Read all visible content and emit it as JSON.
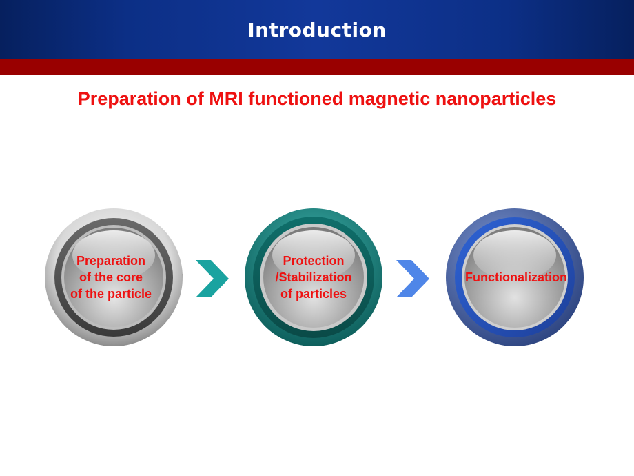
{
  "header": {
    "title": "Introduction"
  },
  "subtitle": "Preparation of MRI functioned magnetic nanoparticles",
  "steps": [
    {
      "label": "Preparation\nof the core\nof the particle",
      "ring_color": "#8a8a8a"
    },
    {
      "label": "Protection\n/Stabilization\nof particles",
      "ring_color": "#1a8f8a"
    },
    {
      "label": "Functionalization",
      "ring_color": "#3d5aa6"
    }
  ],
  "arrows": [
    {
      "icon": "chevron-right-icon",
      "color": "#1aa3a0"
    },
    {
      "icon": "chevron-right-icon",
      "color": "#4f86e8"
    }
  ],
  "colors": {
    "header_blue": "#0c2f86",
    "red_band": "#990000",
    "text_red": "#ee1111"
  }
}
